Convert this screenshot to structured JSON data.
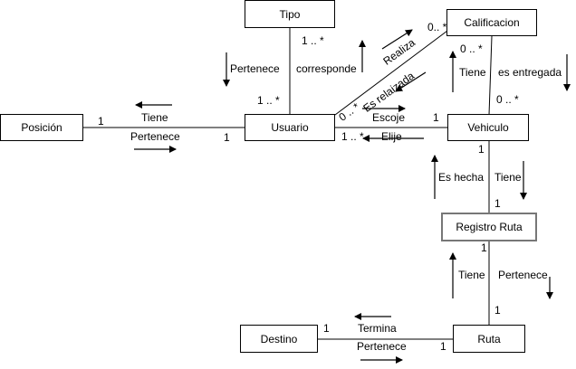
{
  "entities": {
    "tipo": "Tipo",
    "calificacion": "Calificacion",
    "posicion": "Posición",
    "usuario": "Usuario",
    "vehiculo": "Vehiculo",
    "registro_ruta": "Registro Ruta",
    "destino": "Destino",
    "ruta": "Ruta"
  },
  "relations": {
    "tipo_usuario": {
      "down_label": "Pertenece",
      "up_label": "corresponde",
      "mult_tipo": "1 .. *",
      "mult_usuario": "1 .. *"
    },
    "usuario_calificacion": {
      "realiza": "Realiza",
      "es_relaizada": "Es relaizada",
      "mult_calificacion": "0.. *",
      "mult_usuario": "0 .. *"
    },
    "posicion_usuario": {
      "tiene": "Tiene",
      "pertenece": "Pertenece",
      "mult_posicion": "1",
      "mult_usuario": "1"
    },
    "usuario_vehiculo": {
      "escoje": "Escoje",
      "elije": "Elije",
      "mult_vehiculo": "1",
      "mult_usuario": "1 .. *"
    },
    "calificacion_vehiculo": {
      "tiene": "Tiene",
      "es_entregada": "es entregada",
      "mult_calificacion": "0 .. *",
      "mult_vehiculo": "0 .. *"
    },
    "vehiculo_registro": {
      "es_hecha": "Es hecha",
      "tiene": "Tiene",
      "mult_vehiculo": "1",
      "mult_registro": "1"
    },
    "registro_ruta": {
      "tiene": "Tiene",
      "pertenece": "Pertenece",
      "mult_registro": "1",
      "mult_ruta": "1"
    },
    "destino_ruta": {
      "termina": "Termina",
      "pertenece": "Pertenece",
      "mult_destino": "1",
      "mult_ruta": "1"
    }
  }
}
